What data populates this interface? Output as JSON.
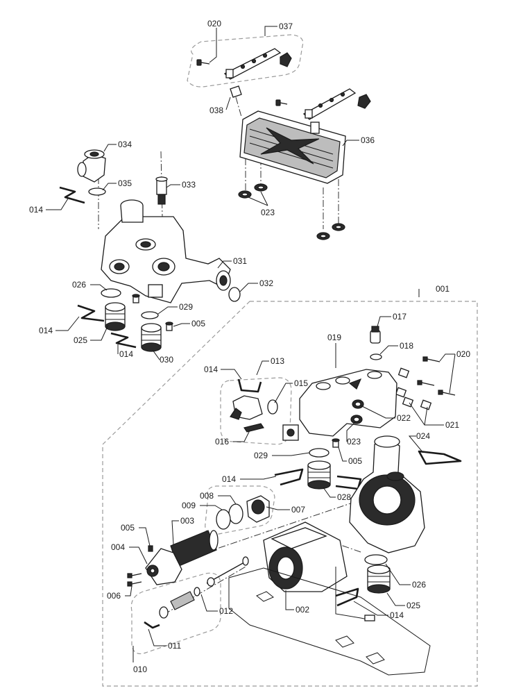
{
  "callouts": {
    "p020_top": "020",
    "p037": "037",
    "p038": "038",
    "p036": "036",
    "p023_top": "023",
    "p034": "034",
    "p035": "035",
    "p033": "033",
    "p014_a": "014",
    "p031": "031",
    "p026_left": "026",
    "p032": "032",
    "p014_b": "014",
    "p029_left": "029",
    "p005_left": "005",
    "p025_left": "025",
    "p014_c": "014",
    "p030": "030",
    "p001": "001",
    "p017": "017",
    "p019": "019",
    "p018": "018",
    "p020_right": "020",
    "p013": "013",
    "p014_d": "014",
    "p015": "015",
    "p022": "022",
    "p021": "021",
    "p016": "016",
    "p023_mid": "023",
    "p024": "024",
    "p029_mid": "029",
    "p005_mid": "005",
    "p014_e": "014",
    "p028": "028",
    "p008": "008",
    "p009": "009",
    "p007": "007",
    "p005_low": "005",
    "p003": "003",
    "p004": "004",
    "p006": "006",
    "p026_right": "026",
    "p025_right": "025",
    "p012": "012",
    "p002": "002",
    "p014_f": "014",
    "p011": "011",
    "p010": "010"
  }
}
